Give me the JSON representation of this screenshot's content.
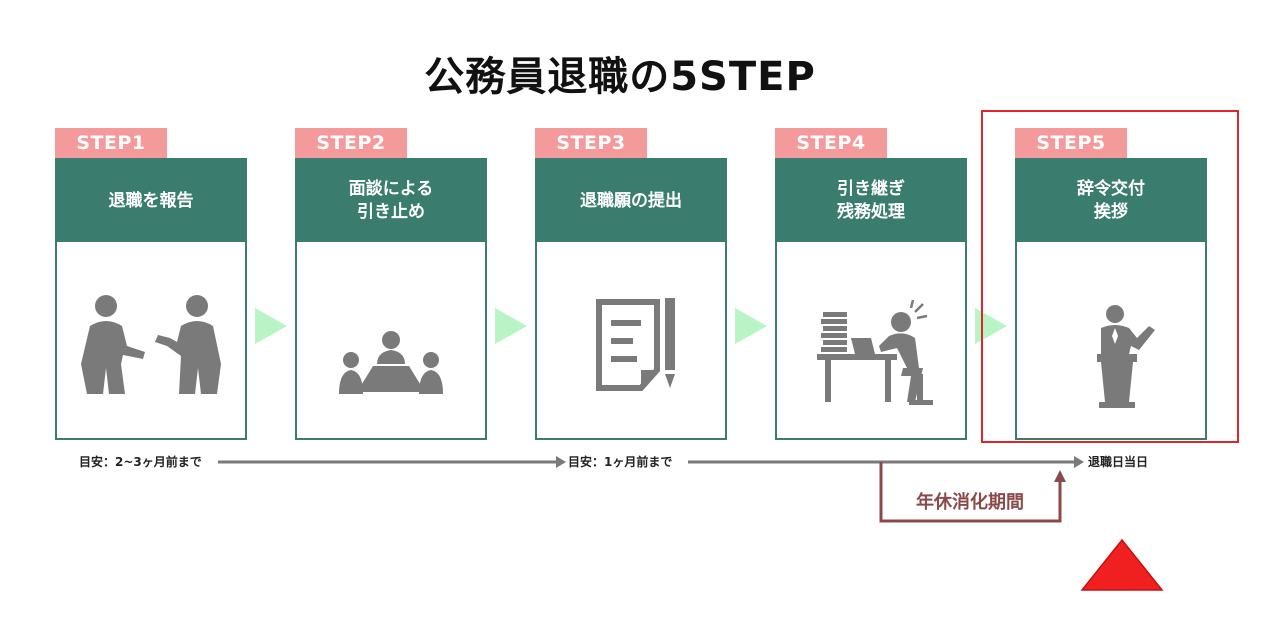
{
  "title": "公務員退職の5STEP",
  "steps": [
    {
      "badge": "STEP1",
      "line1": "退職を報告",
      "line2": "",
      "icon": "people-talking-icon"
    },
    {
      "badge": "STEP2",
      "line1": "面談による",
      "line2": "引き止め",
      "icon": "meeting-icon"
    },
    {
      "badge": "STEP3",
      "line1": "退職願の提出",
      "line2": "",
      "icon": "document-pen-icon"
    },
    {
      "badge": "STEP4",
      "line1": "引き継ぎ",
      "line2": "残務処理",
      "icon": "desk-work-icon"
    },
    {
      "badge": "STEP5",
      "line1": "辞令交付",
      "line2": "挨拶",
      "icon": "podium-speech-icon"
    }
  ],
  "timeline": {
    "label_start": "目安：2~3ヶ月前まで",
    "label_mid": "目安：1ヶ月前まで",
    "label_end": "退職日当日"
  },
  "annotation": "年休消化期間",
  "colors": {
    "header_green": "#3a7d6e",
    "badge_pink": "#f49a9a",
    "arrow_green": "#b9f5c4",
    "icon_gray": "#7a7a7a",
    "highlight_red": "#e0262b",
    "annotation_brown": "#8b4a4a",
    "marker_red": "#f02020"
  }
}
